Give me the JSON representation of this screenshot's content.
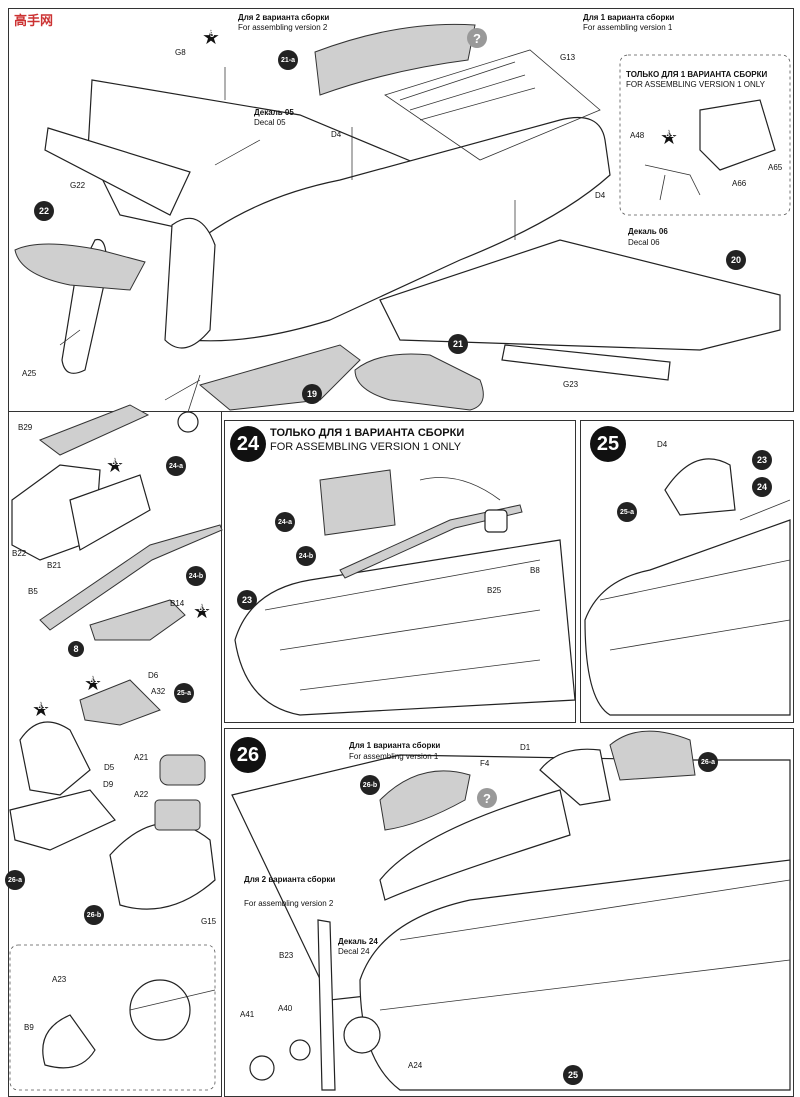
{
  "watermark": "高手网",
  "top": {
    "version2_ru": "Для 2 варианта сборки",
    "version2_en": "For assembling version 2",
    "version1_ru": "Для 1 варианта сборки",
    "version1_en": "For assembling version 1",
    "only_v1_ru": "ТОЛЬКО ДЛЯ 1 ВАРИАНТА СБОРКИ",
    "only_v1_en": "FOR ASSEMBLING VERSION 1 ONLY",
    "decal05_ru": "Декаль 05",
    "decal05_en": "Decal 05",
    "decal06_ru": "Декаль 06",
    "decal06_en": "Decal 06",
    "parts": {
      "g8": "G8",
      "d4a": "D4",
      "d4b": "D4",
      "g13": "G13",
      "g22": "G22",
      "a25": "A25",
      "g23": "G23",
      "a48": "A48",
      "a66": "A66",
      "a65": "A65"
    },
    "bubbles": {
      "b21a": "21-a",
      "b22": "22",
      "b20": "20",
      "b21": "21",
      "b19": "19"
    },
    "stars": {
      "s5": "5",
      "s31": "31"
    },
    "question": "?"
  },
  "side": {
    "parts": {
      "b29": "B29",
      "b22": "B22",
      "b21": "B21",
      "b5": "B5",
      "b14": "B14",
      "d6": "D6",
      "a32": "A32",
      "d5": "D5",
      "d9": "D9",
      "a21": "A21",
      "a22": "A22",
      "g15": "G15",
      "b9": "B9",
      "a23": "A23"
    },
    "bubbles": {
      "b24a": "24-a",
      "b24b": "24-b",
      "b25a": "25-a",
      "b26a": "26-a",
      "b26b": "26-b"
    },
    "stars": {
      "s31a": "31",
      "s31b": "31",
      "s31c": "31",
      "s31d": "31"
    },
    "sub8": "8"
  },
  "step24": {
    "number": "24",
    "title_ru": "ТОЛЬКО ДЛЯ 1 ВАРИАНТА СБОРКИ",
    "title_en": "FOR ASSEMBLING VERSION 1 ONLY",
    "parts": {
      "b8": "B8",
      "b25": "B25"
    },
    "bubbles": {
      "b24a": "24-a",
      "b24b": "24-b",
      "b23": "23"
    }
  },
  "step25": {
    "number": "25",
    "parts": {
      "d4": "D4"
    },
    "bubbles": {
      "b25a": "25-a",
      "b23": "23",
      "b24": "24"
    }
  },
  "step26": {
    "number": "26",
    "version1_ru": "Для 1 варианта сборки",
    "version1_en": "For assembling version 1",
    "version2_ru": "Для 2 варианта сборки",
    "version2_en": "For assembling version 2",
    "decal24_ru": "Декаль 24",
    "decal24_en": "Decal 24",
    "parts": {
      "d1": "D1",
      "f4": "F4",
      "b23": "B23",
      "a41": "A41",
      "a40": "A40",
      "a24": "A24"
    },
    "bubbles": {
      "b26b": "26-b",
      "b26a": "26-a",
      "b25": "25"
    },
    "question": "?"
  }
}
